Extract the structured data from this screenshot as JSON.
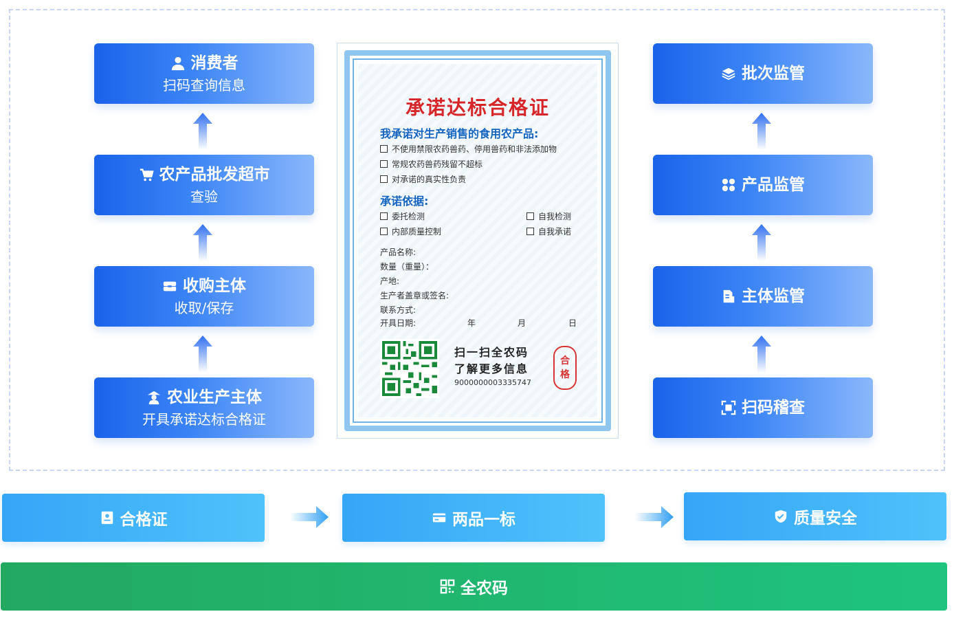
{
  "left_column": [
    {
      "title": "消费者",
      "subtitle": "扫码查询信息",
      "icon": "user-icon"
    },
    {
      "title": "农产品批发超市",
      "subtitle": "查验",
      "icon": "cart-icon"
    },
    {
      "title": "收购主体",
      "subtitle": "收取/保存",
      "icon": "storage-icon"
    },
    {
      "title": "农业生产主体",
      "subtitle": "开具承诺达标合格证",
      "icon": "farmer-icon"
    }
  ],
  "right_column": [
    {
      "title": "批次监管",
      "icon": "layers-icon"
    },
    {
      "title": "产品监管",
      "icon": "grid-icon"
    },
    {
      "title": "主体监管",
      "icon": "building-icon"
    },
    {
      "title": "扫码稽查",
      "icon": "scan-icon"
    }
  ],
  "certificate": {
    "title": "承诺达标合格证",
    "commit_heading": "我承诺对生产销售的食用农产品:",
    "commitments": [
      "不使用禁限农药兽药、停用兽药和非法添加物",
      "常规农药兽药残留不超标",
      "对承诺的真实性负责"
    ],
    "basis_heading": "承诺依据:",
    "basis_left": [
      "委托检测",
      "内部质量控制"
    ],
    "basis_right": [
      "自我检测",
      "自我承诺"
    ],
    "fields": [
      "产品名称:",
      "数量（重量）：",
      "产地:",
      "生产者盖章或签名:",
      "联系方式:",
      "开具日期:"
    ],
    "date_units": [
      "年",
      "月",
      "日"
    ],
    "scan_line1": "扫一扫全农码",
    "scan_line2": "了解更多信息",
    "code_number": "9000000003335747",
    "stamp_chars": [
      "合",
      "格"
    ]
  },
  "bottom_row": [
    {
      "label": "合格证",
      "icon": "certificate-icon"
    },
    {
      "label": "两品一标",
      "icon": "card-icon"
    },
    {
      "label": "质量安全",
      "icon": "shield-icon"
    }
  ],
  "footer": {
    "label": "全农码",
    "icon": "qrcode-icon"
  }
}
